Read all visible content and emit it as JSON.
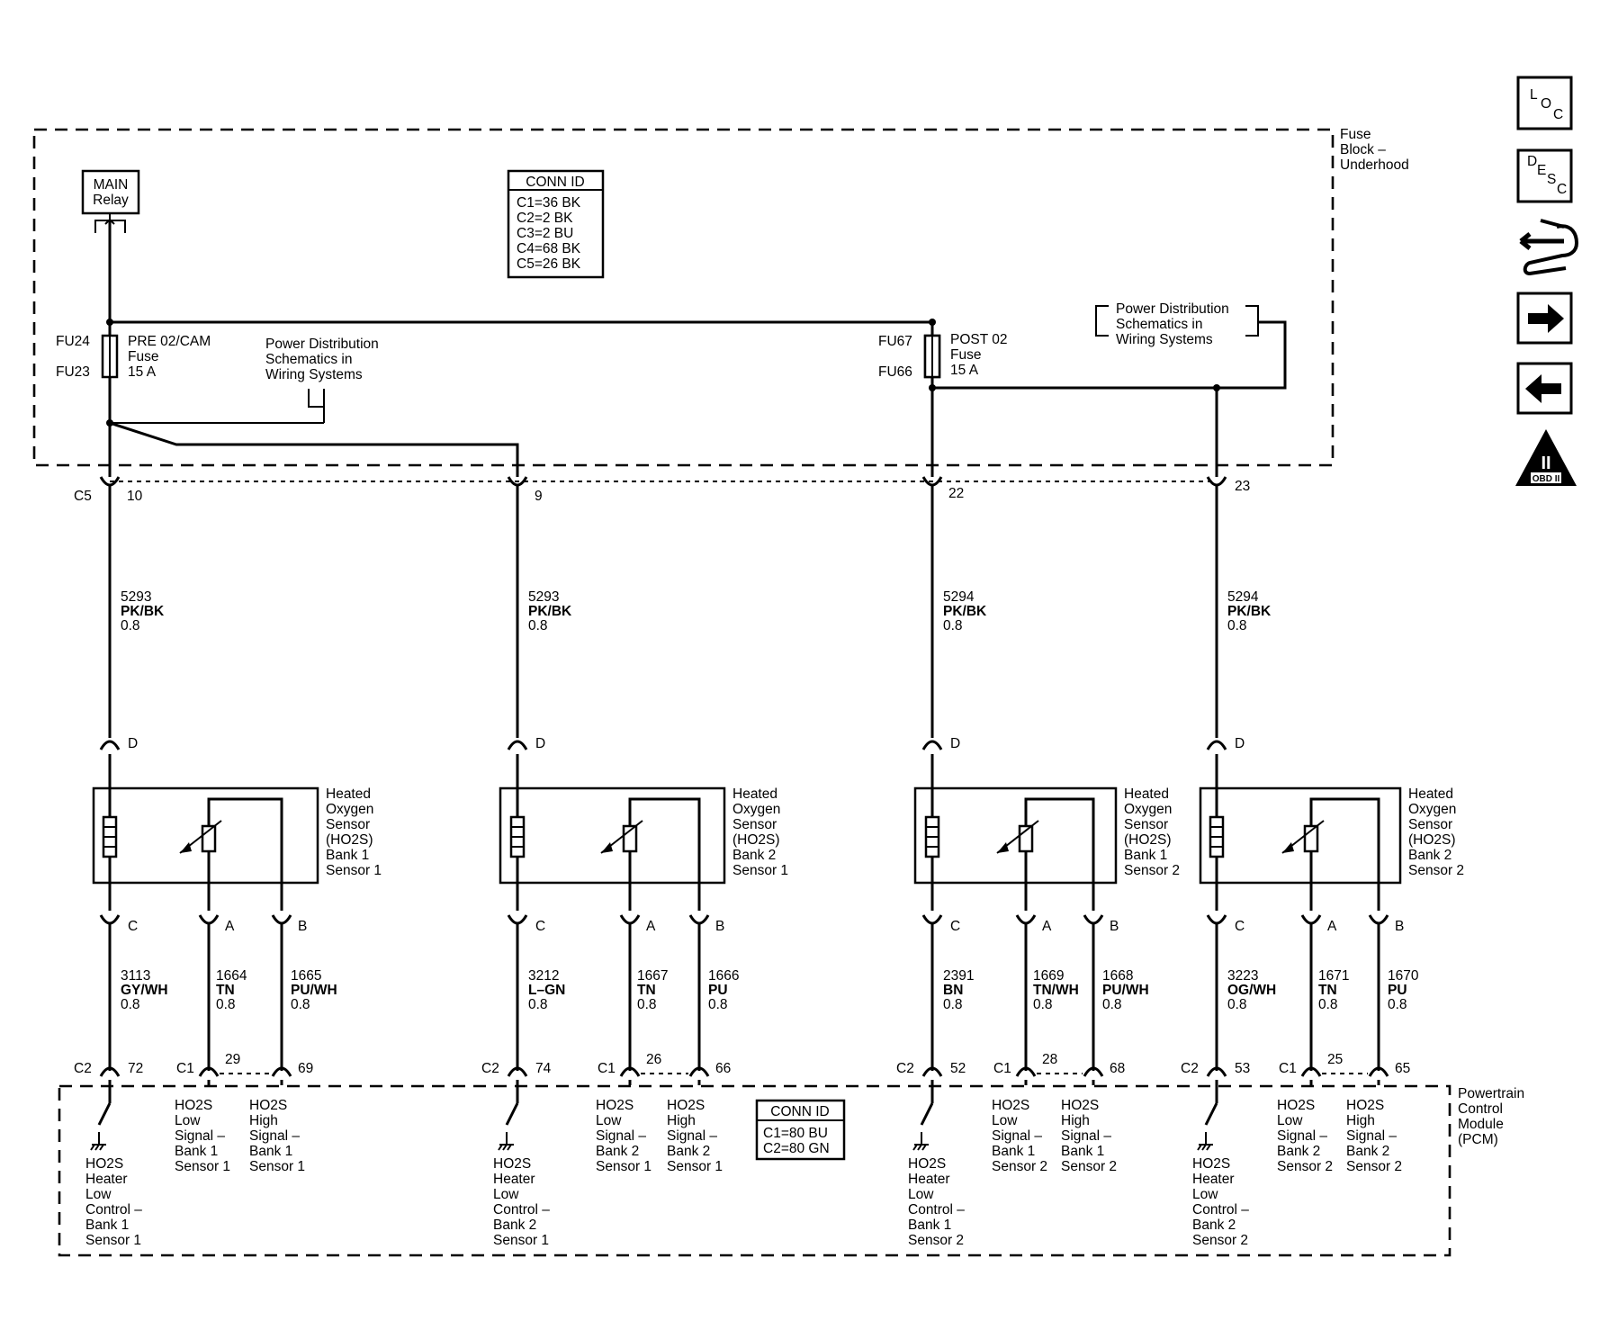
{
  "fuse_block": {
    "title_lines": [
      "Fuse",
      "Block –",
      "Underhood"
    ]
  },
  "main_relay": {
    "lines": [
      "MAIN",
      "Relay"
    ]
  },
  "conn_id_top": {
    "header": "CONN ID",
    "lines": [
      "C1=36 BK",
      "C2=2 BK",
      "C3=2 BU",
      "C4=68 BK",
      "C5=26 BK"
    ]
  },
  "fuse_left": {
    "id_top": "FU24",
    "id_bottom": "FU23",
    "lines": [
      "PRE 02/CAM",
      "Fuse",
      "15 A"
    ]
  },
  "fuse_right": {
    "id_top": "FU67",
    "id_bottom": "FU66",
    "lines": [
      "POST 02",
      "Fuse",
      "15 A"
    ]
  },
  "power_dist_left": {
    "lines": [
      "Power Distribution",
      "Schematics in",
      "Wiring Systems"
    ]
  },
  "power_dist_right": {
    "lines": [
      "Power Distribution",
      "Schematics in",
      "Wiring Systems"
    ]
  },
  "c5_connector": "C5",
  "pins_top": [
    "10",
    "9",
    "22",
    "23"
  ],
  "supply_wires": [
    {
      "circuit": "5293",
      "color": "PK/BK",
      "gauge": "0.8"
    },
    {
      "circuit": "5293",
      "color": "PK/BK",
      "gauge": "0.8"
    },
    {
      "circuit": "5294",
      "color": "PK/BK",
      "gauge": "0.8"
    },
    {
      "circuit": "5294",
      "color": "PK/BK",
      "gauge": "0.8"
    }
  ],
  "sensors": [
    {
      "lines": [
        "Heated",
        "Oxygen",
        "Sensor",
        "(HO2S)",
        "Bank 1",
        "Sensor 1"
      ],
      "pins": {
        "d": "D",
        "c": "C",
        "a": "A",
        "b": "B"
      },
      "wires": {
        "c": {
          "circuit": "3113",
          "color": "GY/WH",
          "gauge": "0.8"
        },
        "a": {
          "circuit": "1664",
          "color": "TN",
          "gauge": "0.8"
        },
        "b": {
          "circuit": "1665",
          "color": "PU/WH",
          "gauge": "0.8"
        }
      },
      "pcm": {
        "c2": "C2",
        "c2_pin": "72",
        "c1": "C1",
        "c1_mid": "29",
        "c1_pin": "69",
        "heater": [
          "HO2S",
          "Heater",
          "Low",
          "Control –",
          "Bank 1",
          "Sensor 1"
        ],
        "low": [
          "HO2S",
          "Low",
          "Signal –",
          "Bank 1",
          "Sensor 1"
        ],
        "high": [
          "HO2S",
          "High",
          "Signal –",
          "Bank 1",
          "Sensor 1"
        ]
      }
    },
    {
      "lines": [
        "Heated",
        "Oxygen",
        "Sensor",
        "(HO2S)",
        "Bank 2",
        "Sensor 1"
      ],
      "pins": {
        "d": "D",
        "c": "C",
        "a": "A",
        "b": "B"
      },
      "wires": {
        "c": {
          "circuit": "3212",
          "color": "L–GN",
          "gauge": "0.8"
        },
        "a": {
          "circuit": "1667",
          "color": "TN",
          "gauge": "0.8"
        },
        "b": {
          "circuit": "1666",
          "color": "PU",
          "gauge": "0.8"
        }
      },
      "pcm": {
        "c2": "C2",
        "c2_pin": "74",
        "c1": "C1",
        "c1_mid": "26",
        "c1_pin": "66",
        "heater": [
          "HO2S",
          "Heater",
          "Low",
          "Control –",
          "Bank 2",
          "Sensor 1"
        ],
        "low": [
          "HO2S",
          "Low",
          "Signal –",
          "Bank 2",
          "Sensor 1"
        ],
        "high": [
          "HO2S",
          "High",
          "Signal –",
          "Bank 2",
          "Sensor 1"
        ]
      }
    },
    {
      "lines": [
        "Heated",
        "Oxygen",
        "Sensor",
        "(HO2S)",
        "Bank 1",
        "Sensor 2"
      ],
      "pins": {
        "d": "D",
        "c": "C",
        "a": "A",
        "b": "B"
      },
      "wires": {
        "c": {
          "circuit": "2391",
          "color": "BN",
          "gauge": "0.8"
        },
        "a": {
          "circuit": "1669",
          "color": "TN/WH",
          "gauge": "0.8"
        },
        "b": {
          "circuit": "1668",
          "color": "PU/WH",
          "gauge": "0.8"
        }
      },
      "pcm": {
        "c2": "C2",
        "c2_pin": "52",
        "c1": "C1",
        "c1_mid": "28",
        "c1_pin": "68",
        "heater": [
          "HO2S",
          "Heater",
          "Low",
          "Control –",
          "Bank 1",
          "Sensor 2"
        ],
        "low": [
          "HO2S",
          "Low",
          "Signal –",
          "Bank 1",
          "Sensor 2"
        ],
        "high": [
          "HO2S",
          "High",
          "Signal –",
          "Bank 1",
          "Sensor 2"
        ]
      }
    },
    {
      "lines": [
        "Heated",
        "Oxygen",
        "Sensor",
        "(HO2S)",
        "Bank 2",
        "Sensor 2"
      ],
      "pins": {
        "d": "D",
        "c": "C",
        "a": "A",
        "b": "B"
      },
      "wires": {
        "c": {
          "circuit": "3223",
          "color": "OG/WH",
          "gauge": "0.8"
        },
        "a": {
          "circuit": "1671",
          "color": "TN",
          "gauge": "0.8"
        },
        "b": {
          "circuit": "1670",
          "color": "PU",
          "gauge": "0.8"
        }
      },
      "pcm": {
        "c2": "C2",
        "c2_pin": "53",
        "c1": "C1",
        "c1_mid": "25",
        "c1_pin": "65",
        "heater": [
          "HO2S",
          "Heater",
          "Low",
          "Control –",
          "Bank 2",
          "Sensor 2"
        ],
        "low": [
          "HO2S",
          "Low",
          "Signal –",
          "Bank 2",
          "Sensor 2"
        ],
        "high": [
          "HO2S",
          "High",
          "Signal –",
          "Bank 2",
          "Sensor 2"
        ]
      }
    }
  ],
  "pcm_module": {
    "lines": [
      "Powertrain",
      "Control",
      "Module",
      "(PCM)"
    ]
  },
  "conn_id_bottom": {
    "header": "CONN ID",
    "lines": [
      "C1=80 BU",
      "C2=80 GN"
    ]
  },
  "nav_icons": {
    "loc": [
      "L",
      "O",
      "C"
    ],
    "desc": [
      "D",
      "E",
      "S",
      "C"
    ],
    "obd": "OBD II",
    "obd_mark": "II"
  }
}
